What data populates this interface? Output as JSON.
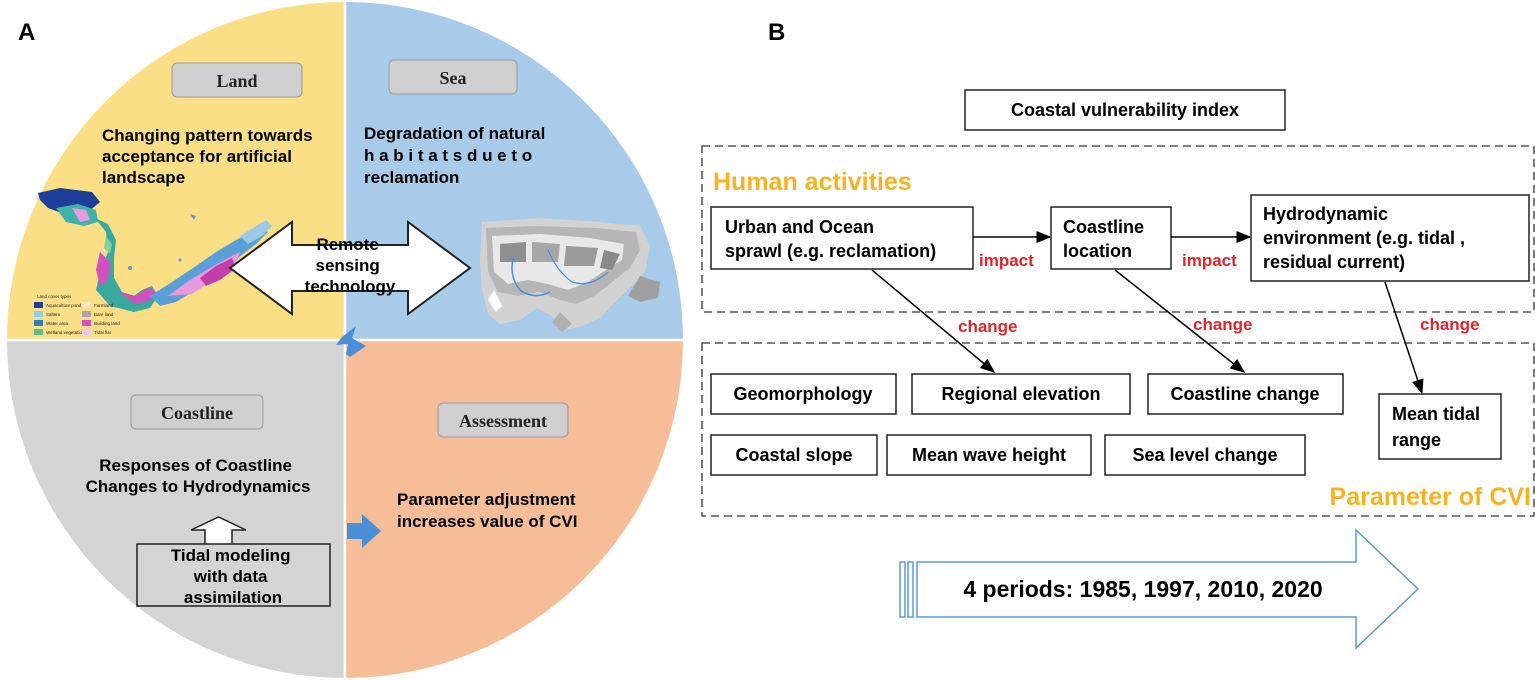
{
  "panel_a": {
    "letter": "A",
    "land": {
      "tag": "Land",
      "text": [
        "Changing pattern towards",
        "acceptance for artificial",
        "landscape"
      ],
      "legend_title": "Land cover types",
      "legend_items": [
        "Aquaculture pond",
        "Saltern",
        "Water area",
        "Wetland vegetation",
        "Farmland",
        "Bare land",
        "Building land",
        "Tidal flat"
      ]
    },
    "sea": {
      "tag": "Sea",
      "text": [
        "Degradation of natural",
        "h a b i t a t s  d u e  t o",
        "reclamation"
      ]
    },
    "remote": [
      "Remote",
      "sensing",
      "technology"
    ],
    "coastline": {
      "tag": "Coastline",
      "text": [
        "Responses of Coastline",
        "Changes to Hydrodynamics"
      ],
      "tidal": [
        "Tidal modeling",
        "with data",
        "assimilation"
      ]
    },
    "assessment": {
      "tag": "Assessment",
      "text": [
        "Parameter adjustment",
        "increases  value of CVI"
      ]
    },
    "colors": {
      "land": "#fbdf87",
      "sea": "#a9cbea",
      "coastline": "#d4d4d4",
      "assessment": "#f6bd98",
      "arrow": "#4a90d9"
    }
  },
  "panel_b": {
    "letter": "B",
    "title": "Coastal vulnerability index",
    "human_label": "Human activities",
    "boxes": {
      "urban": [
        "Urban and Ocean",
        "sprawl (e.g. reclamation)"
      ],
      "coastline_location": [
        "Coastline",
        "location"
      ],
      "hydro": [
        "Hydrodynamic",
        "environment (e.g. tidal ,",
        "residual current)"
      ]
    },
    "impact": [
      "impact",
      "impact"
    ],
    "change": [
      "change",
      "change",
      "change"
    ],
    "params": {
      "geomorphology": "Geomorphology",
      "regional_elevation": "Regional elevation",
      "coastline_change": "Coastline change",
      "mean_tidal_range": [
        "Mean tidal",
        "range"
      ],
      "coastal_slope": "Coastal slope",
      "mean_wave_height": "Mean wave height",
      "sea_level_change": "Sea level change"
    },
    "param_label": "Parameter of CVI",
    "periods": "4 periods: 1985, 1997, 2010, 2020",
    "colors": {
      "highlight": "#f5b324",
      "impact": "#e0252b",
      "arrow_outline": "#5b9bd5"
    }
  }
}
